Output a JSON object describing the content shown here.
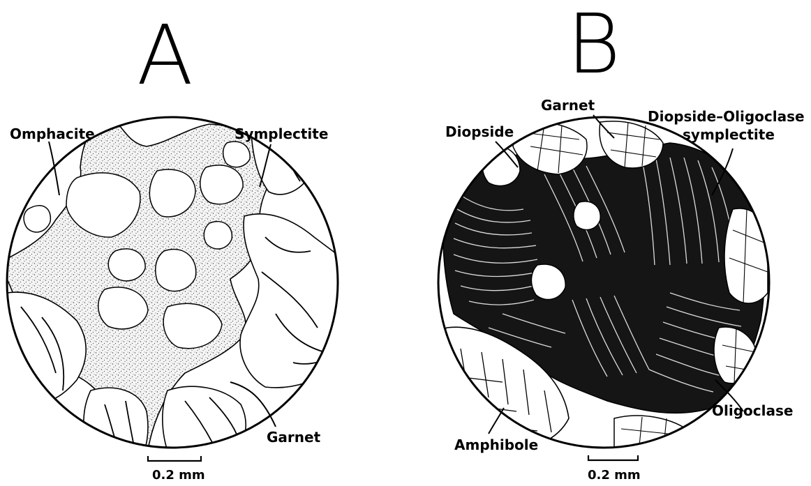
{
  "panels": [
    {
      "letter": "A",
      "labels": {
        "omphacite": "Omphacite",
        "symplectite": "Symplectite",
        "garnet": "Garnet"
      },
      "scale_bar": "0.2 mm"
    },
    {
      "letter": "B",
      "labels": {
        "garnet": "Garnet",
        "diopside": "Diopside",
        "symplectite_line1": "Diopside–Oligoclase",
        "symplectite_line2": "symplectite",
        "oligoclase": "Oligoclase",
        "amphibole": "Amphibole"
      },
      "scale_bar": "0.2 mm"
    }
  ]
}
